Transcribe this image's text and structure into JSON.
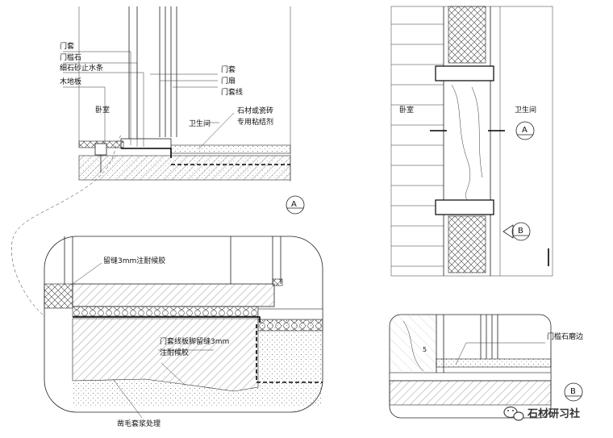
{
  "labels": {
    "door_frame": "门套",
    "threshold_stone": "门槛石",
    "waterstop": "细石砂止水条",
    "wood_floor": "木地板",
    "bedroom": "卧室",
    "door_frame_r": "门套",
    "door_leaf": "门扇",
    "door_casing": "门套线",
    "bathroom": "卫生间",
    "stone_tile": "石材或瓷砖",
    "adhesive": "专用粘结剂",
    "gap_glue": "留缝3mm注耐候胶",
    "casing_gap_1": "门套线板脚留缝3mm",
    "casing_gap_2": "注耐候胶",
    "roughen": "凿毛套浆处理",
    "plan_bedroom": "卧室",
    "plan_bathroom": "卫生间",
    "threshold_edge": "门槛石磨边",
    "dim_5": "5"
  },
  "markers": {
    "a_main": "A",
    "a_plan": "A",
    "b_plan": "B",
    "b_detail": "B"
  },
  "watermark": "石材研习社",
  "icons": {
    "watermark_icon": "wechat-icon"
  }
}
